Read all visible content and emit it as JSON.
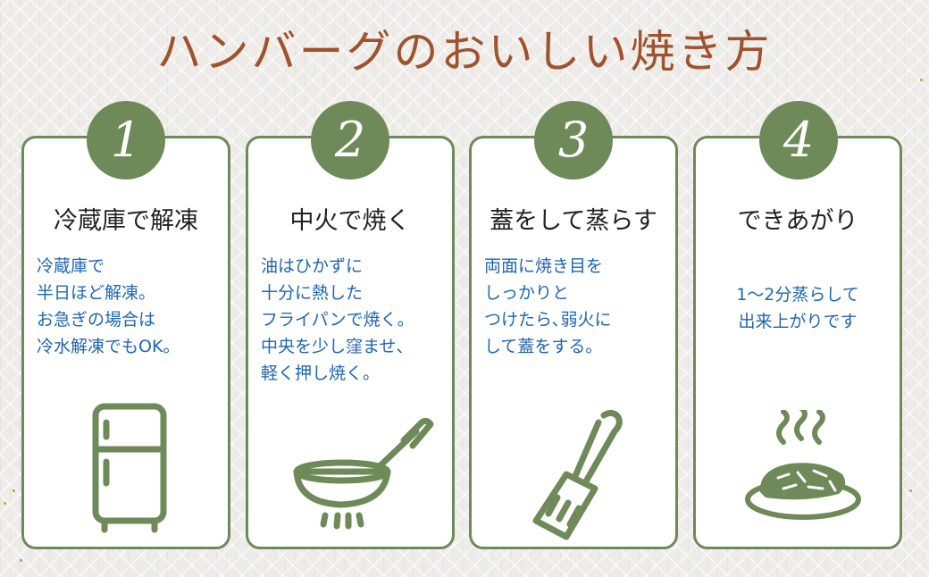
{
  "title": "ハンバーグのおいしい焼き方",
  "steps": [
    {
      "number": "1",
      "heading": "冷蔵庫で解凍",
      "lines": [
        "冷蔵庫で",
        "半日ほど解凍。",
        "お急ぎの場合は",
        "冷水解凍でもOK。"
      ],
      "icon": "refrigerator-icon"
    },
    {
      "number": "2",
      "heading": "中火で焼く",
      "lines": [
        "油はひかずに",
        "十分に熱した",
        "フライパンで焼く。",
        "中央を少し窪ませ、",
        "軽く押し焼く。"
      ],
      "icon": "frying-pan-icon"
    },
    {
      "number": "3",
      "heading": "蓋をして蒸らす",
      "lines": [
        "両面に焼き目を",
        "しっかりと",
        "つけたら､弱火に",
        "して蓋をする。"
      ],
      "icon": "spatula-icon"
    },
    {
      "number": "4",
      "heading": "できあがり",
      "lines": [
        "1〜2分蒸らして",
        "出来上がりです"
      ],
      "icon": "hamburger-steak-icon"
    }
  ],
  "colors": {
    "title": "#a0522d",
    "accent_green": "#6e8a58",
    "body_text": "#2067b0",
    "heading_text": "#222222"
  }
}
